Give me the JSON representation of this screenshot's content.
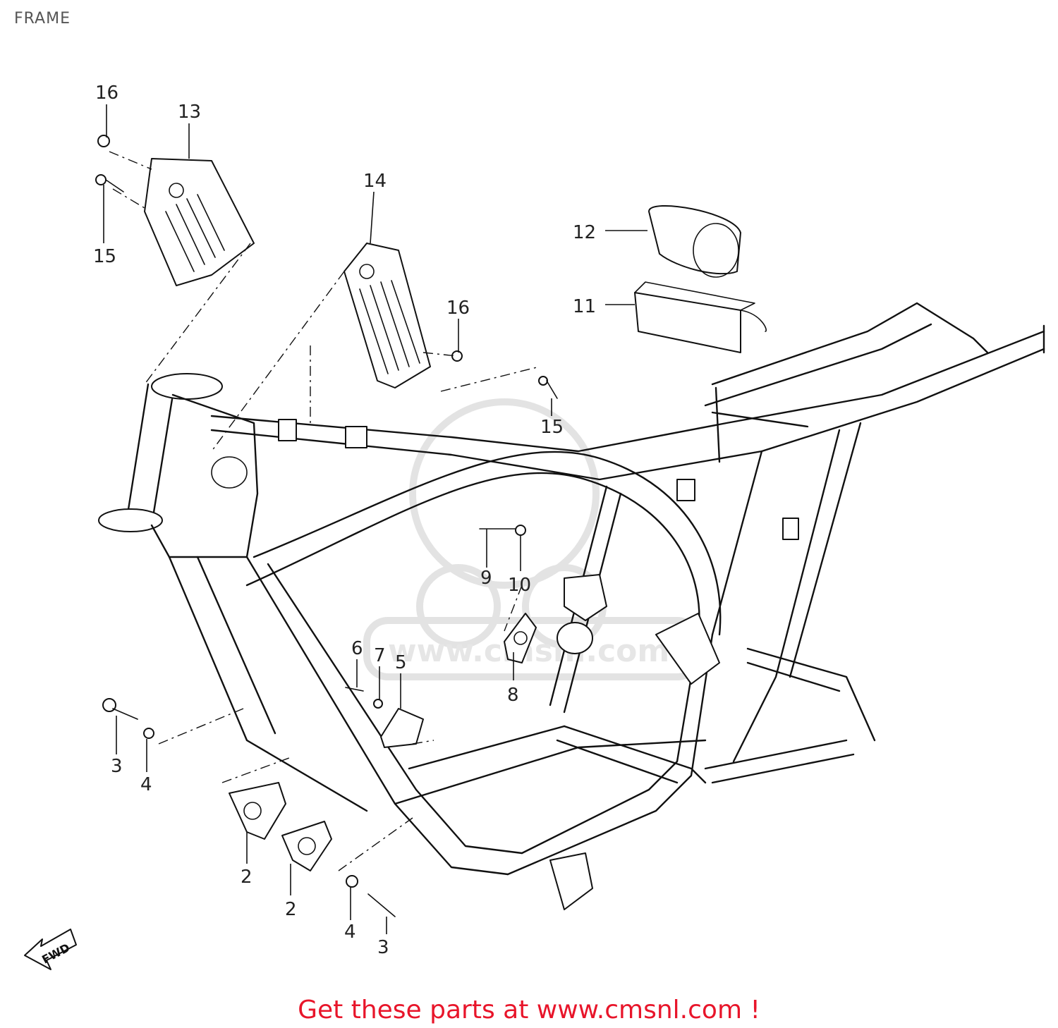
{
  "header": {
    "title": "FRAME"
  },
  "watermark": {
    "text": "www.cmsnl.com"
  },
  "fwd_label": "FWD",
  "parts": [
    {
      "id": "callout-16-top",
      "number": "16"
    },
    {
      "id": "callout-13",
      "number": "13"
    },
    {
      "id": "callout-15-left",
      "number": "15"
    },
    {
      "id": "callout-14",
      "number": "14"
    },
    {
      "id": "callout-16-mid",
      "number": "16"
    },
    {
      "id": "callout-12",
      "number": "12"
    },
    {
      "id": "callout-11",
      "number": "11"
    },
    {
      "id": "callout-15-mid",
      "number": "15"
    },
    {
      "id": "callout-9",
      "number": "9"
    },
    {
      "id": "callout-10",
      "number": "10"
    },
    {
      "id": "callout-8",
      "number": "8"
    },
    {
      "id": "callout-6",
      "number": "6"
    },
    {
      "id": "callout-7",
      "number": "7"
    },
    {
      "id": "callout-5",
      "number": "5"
    },
    {
      "id": "callout-3-left",
      "number": "3"
    },
    {
      "id": "callout-4-left",
      "number": "4"
    },
    {
      "id": "callout-2-left",
      "number": "2"
    },
    {
      "id": "callout-2-mid",
      "number": "2"
    },
    {
      "id": "callout-4-bottom",
      "number": "4"
    },
    {
      "id": "callout-3-bottom",
      "number": "3"
    }
  ],
  "footer": {
    "link_text": "Get these parts at www.cmsnl.com !",
    "link_color": "#e8152a"
  }
}
